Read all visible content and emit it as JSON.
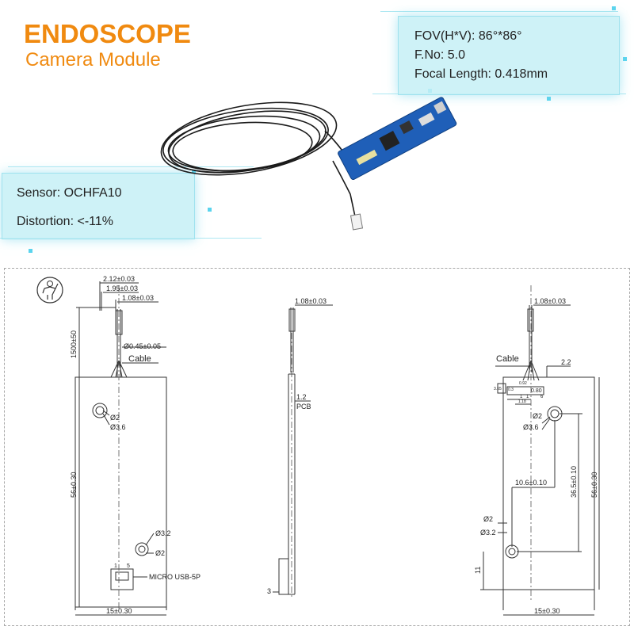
{
  "header": {
    "title_line1": "ENDOSCOPE",
    "title_line2": "Camera Module",
    "title_color": "#f08a10"
  },
  "specs_top": {
    "fov": "FOV(H*V): 86°*86°",
    "fno": "F.No: 5.0",
    "focal": "Focal Length: 0.418mm"
  },
  "specs_left": {
    "sensor": "Sensor: OCHFA10",
    "distortion": "Distortion: <-11%"
  },
  "colors": {
    "pcb_blue": "#1f5fb8",
    "accent_cyan": "#5ad4ee"
  },
  "drawing_left": {
    "dim_212": "2.12±0.03",
    "dim_195": "1.95±0.03",
    "dim_108": "1.08±0.03",
    "dim_1500": "1500±50",
    "dim_045": "Ø0.45±0.05",
    "cable_label": "Cable",
    "hole1_a": "Ø2",
    "hole1_b": "Ø3.6",
    "dim_56": "56±0.30",
    "hole2_a": "Ø3.2",
    "hole2_b": "Ø2",
    "pin_1": "1",
    "pin_5": "5",
    "usb_label": "MICRO USB-5P",
    "dim_15": "15±0.30"
  },
  "drawing_mid": {
    "dim_108": "1.08±0.03",
    "dim_12": "1.2",
    "pcb_label": "PCB",
    "dim_3": "3"
  },
  "drawing_right": {
    "dim_108": "1.08±0.03",
    "cable_label": "Cable",
    "dim_22": "2.2",
    "small_1": "3.65",
    "small_2": "0.92",
    "small_3": "0.3",
    "small_4": "0.80",
    "small_5": "1.18",
    "small_6": "1",
    "small_7": "1",
    "small_8": "6",
    "hole1_a": "Ø2",
    "hole1_b": "Ø3.6",
    "dim_106": "10.6±0.10",
    "dim_365": "36.5±0.10",
    "dim_56": "56±0.30",
    "hole2_a": "Ø2",
    "hole2_b": "Ø3.2",
    "dim_11": "11",
    "dim_15": "15±0.30"
  }
}
